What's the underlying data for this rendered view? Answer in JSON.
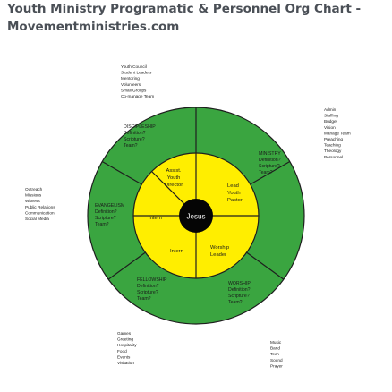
{
  "title": {
    "line1": "Youth Ministry Programatic & Personnel Org Chart -",
    "line2": "Movementministries.com"
  },
  "colors": {
    "outer_ring": "#3aa540",
    "inner_ring": "#ffee00",
    "center": "#050505",
    "stroke": "#1e1e1e",
    "title": "#4a4f56"
  },
  "center": {
    "label": "Jesus"
  },
  "inner_ring": {
    "assist_director": [
      "Assist.",
      "Youth",
      "Director"
    ],
    "lead_pastor": [
      "Lead",
      "Youth",
      "Pastor"
    ],
    "intern_left": [
      "Intern"
    ],
    "intern_bottom": [
      "Intern"
    ],
    "worship_leader": [
      "Worship",
      "Leader"
    ]
  },
  "outer_ring": {
    "discipleship": [
      "DISCIPLESHIP",
      "Definition?",
      "Scripture?",
      "Team?"
    ],
    "ministry": [
      "MINISTRY",
      "Definition?",
      "Scripture?",
      "Team?"
    ],
    "evangelism": [
      "EVANGELISM",
      "Definition?",
      "Scripture?",
      "Team?"
    ],
    "fellowship": [
      "FELLOWSHIP",
      "Definition?",
      "Scripture?",
      "Team?"
    ],
    "worship": [
      "WORSHIP",
      "Definition?",
      "Scripture?",
      "Team?"
    ]
  },
  "side_lists": {
    "top": [
      "Youth Council",
      "Student Leaders",
      "Mentoring",
      "Volunteers",
      "Small Groups",
      "Co-manage Team"
    ],
    "right": [
      "Admin",
      "Staffing",
      "Budget",
      "Vision",
      "Manage Team",
      "Preaching",
      "Teaching",
      "Theology",
      "Personnel"
    ],
    "left": [
      "Outreach",
      "Missions",
      "Witness",
      "Public Relations",
      "Communication",
      "Social Media"
    ],
    "bottom_left": [
      "Games",
      "Greeting",
      "Hospitality",
      "Food",
      "Events",
      "Visitation"
    ],
    "bottom_right": [
      "Music",
      "Band",
      "Tech",
      "Sound",
      "Prayer"
    ]
  }
}
